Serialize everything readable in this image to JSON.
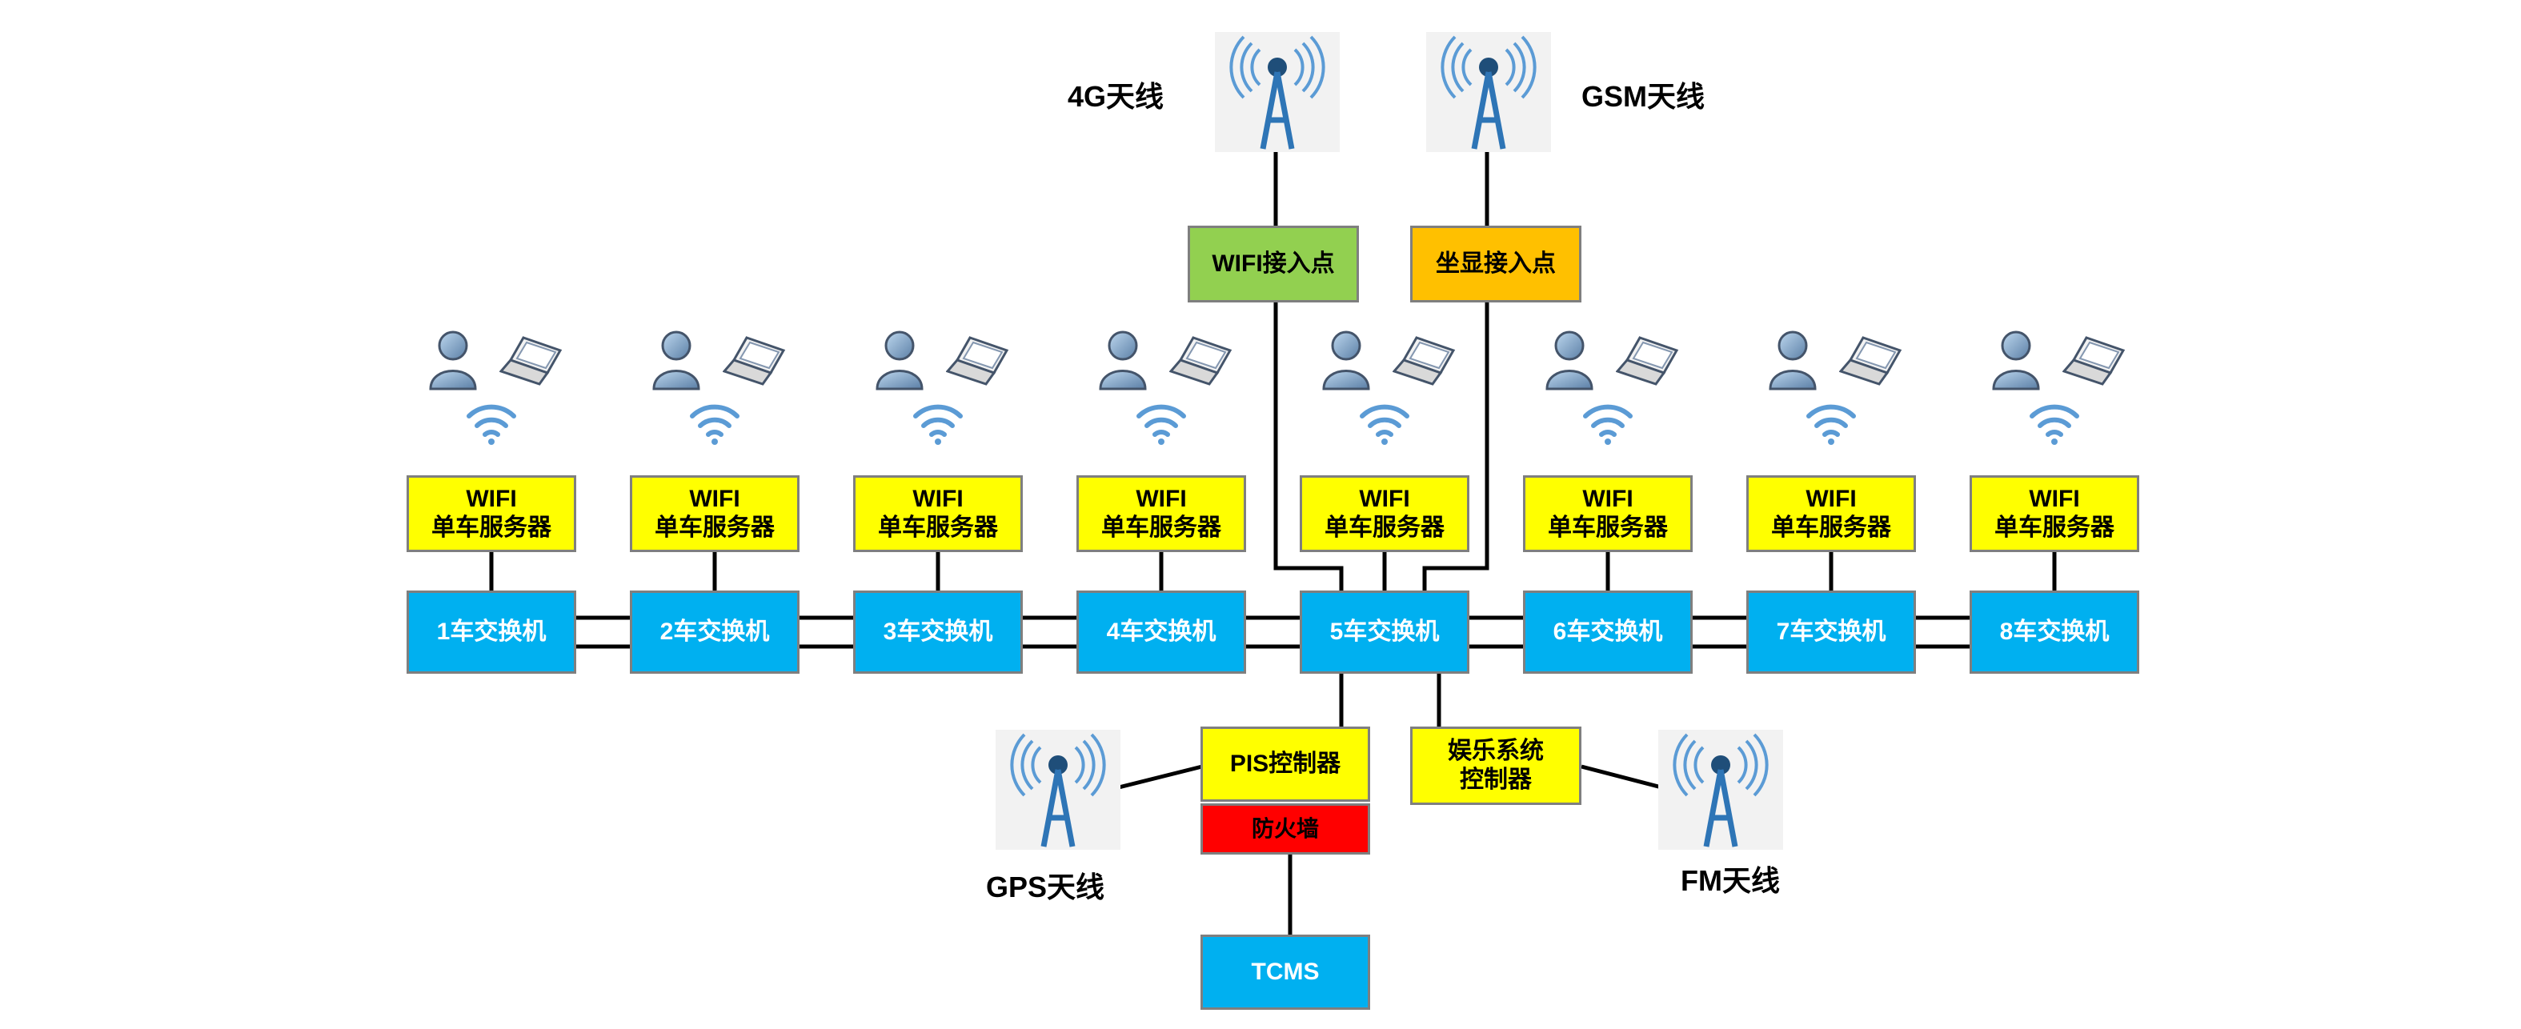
{
  "antennas": {
    "a4g": "4G天线",
    "gsm": "GSM天线",
    "gps": "GPS天线",
    "fm": "FM天线"
  },
  "top_boxes": {
    "wifi_ap": "WIFI接入点",
    "seat_ap": "坐显接入点"
  },
  "cars": [
    {
      "server_line1": "WIFI",
      "server_line2": "单车服务器",
      "switch": "1车交换机"
    },
    {
      "server_line1": "WIFI",
      "server_line2": "单车服务器",
      "switch": "2车交换机"
    },
    {
      "server_line1": "WIFI",
      "server_line2": "单车服务器",
      "switch": "3车交换机"
    },
    {
      "server_line1": "WIFI",
      "server_line2": "单车服务器",
      "switch": "4车交换机"
    },
    {
      "server_line1": "WIFI",
      "server_line2": "单车服务器",
      "switch": "5车交换机"
    },
    {
      "server_line1": "WIFI",
      "server_line2": "单车服务器",
      "switch": "6车交换机"
    },
    {
      "server_line1": "WIFI",
      "server_line2": "单车服务器",
      "switch": "7车交换机"
    },
    {
      "server_line1": "WIFI",
      "server_line2": "单车服务器",
      "switch": "8车交换机"
    }
  ],
  "bottom": {
    "pis": "PIS控制器",
    "firewall": "防火墙",
    "ent_line1": "娱乐系统",
    "ent_line2": "控制器",
    "tcms": "TCMS"
  },
  "colors": {
    "server": "#ffff00",
    "switch": "#00b0f0",
    "wifi_ap": "#92d050",
    "seat_ap": "#ffc000",
    "firewall": "#ff0000",
    "antenna": "#2e75b6",
    "wifi_signal": "#5b9bd5"
  },
  "icons": [
    "antenna-icon",
    "user-icon",
    "laptop-icon",
    "wifi-signal-icon"
  ]
}
